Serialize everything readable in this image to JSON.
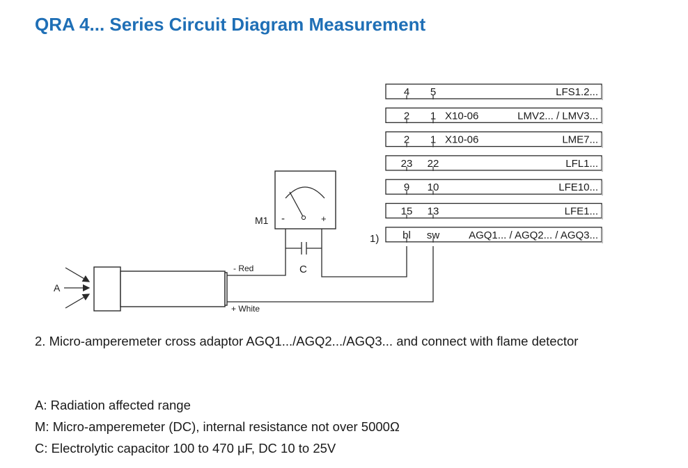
{
  "title": "QRA 4... Series Circuit Diagram Measurement",
  "colors": {
    "title": "#1f6fb6",
    "line": "#2a2a2a"
  },
  "diagram": {
    "rows": [
      {
        "t1": "4",
        "t2": "5",
        "model": "",
        "label": "LFS1.2..."
      },
      {
        "t1": "2",
        "t2": "1",
        "model": "X10-06",
        "label": "LMV2... / LMV3..."
      },
      {
        "t1": "2",
        "t2": "1",
        "model": "X10-06",
        "label": "LME7..."
      },
      {
        "t1": "23",
        "t2": "22",
        "model": "",
        "label": "LFL1..."
      },
      {
        "t1": "9",
        "t2": "10",
        "model": "",
        "label": "LFE10..."
      },
      {
        "t1": "15",
        "t2": "13",
        "model": "",
        "label": "LFE1..."
      },
      {
        "t1": "bl",
        "t2": "sw",
        "model": "",
        "label": "AGQ1... / AGQ2... / AGQ3..."
      }
    ],
    "footnote": "1)",
    "meter_label": "M1",
    "meter_minus": "-",
    "meter_plus": "+",
    "capacitor_label": "C",
    "wire_red": "- Red",
    "wire_white": "+ White",
    "radiation_label": "A"
  },
  "caption": "2. Micro-amperemeter cross adaptor AGQ1.../AGQ2.../AGQ3... and connect with flame detector",
  "legend": [
    "A: Radiation affected range",
    "M: Micro-amperemeter (DC), internal resistance not over 5000Ω",
    "C: Electrolytic capacitor 100 to 470 μF, DC 10 to 25V"
  ]
}
